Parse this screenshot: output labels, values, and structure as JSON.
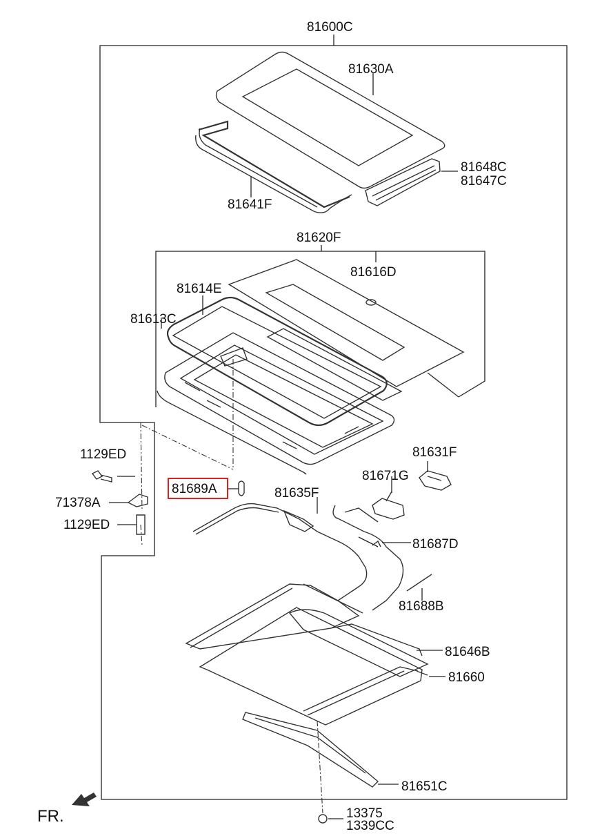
{
  "diagram": {
    "labels": {
      "p81600C": "81600C",
      "p81630A": "81630A",
      "p81648C": "81648C",
      "p81647C": "81647C",
      "p81641F": "81641F",
      "p81620F": "81620F",
      "p81616D": "81616D",
      "p81614E": "81614E",
      "p81613C": "81613C",
      "p1129ED_a": "1129ED",
      "p71378A": "71378A",
      "p1129ED_b": "1129ED",
      "p81689A": "81689A",
      "p81635F": "81635F",
      "p81631F": "81631F",
      "p81671G": "81671G",
      "p81687D": "81687D",
      "p81688B": "81688B",
      "p81646B": "81646B",
      "p81660": "81660",
      "p81651C": "81651C",
      "p13375": "13375",
      "p1339CC": "1339CC",
      "fr": "FR."
    },
    "highlight_color": "#e0201c"
  }
}
